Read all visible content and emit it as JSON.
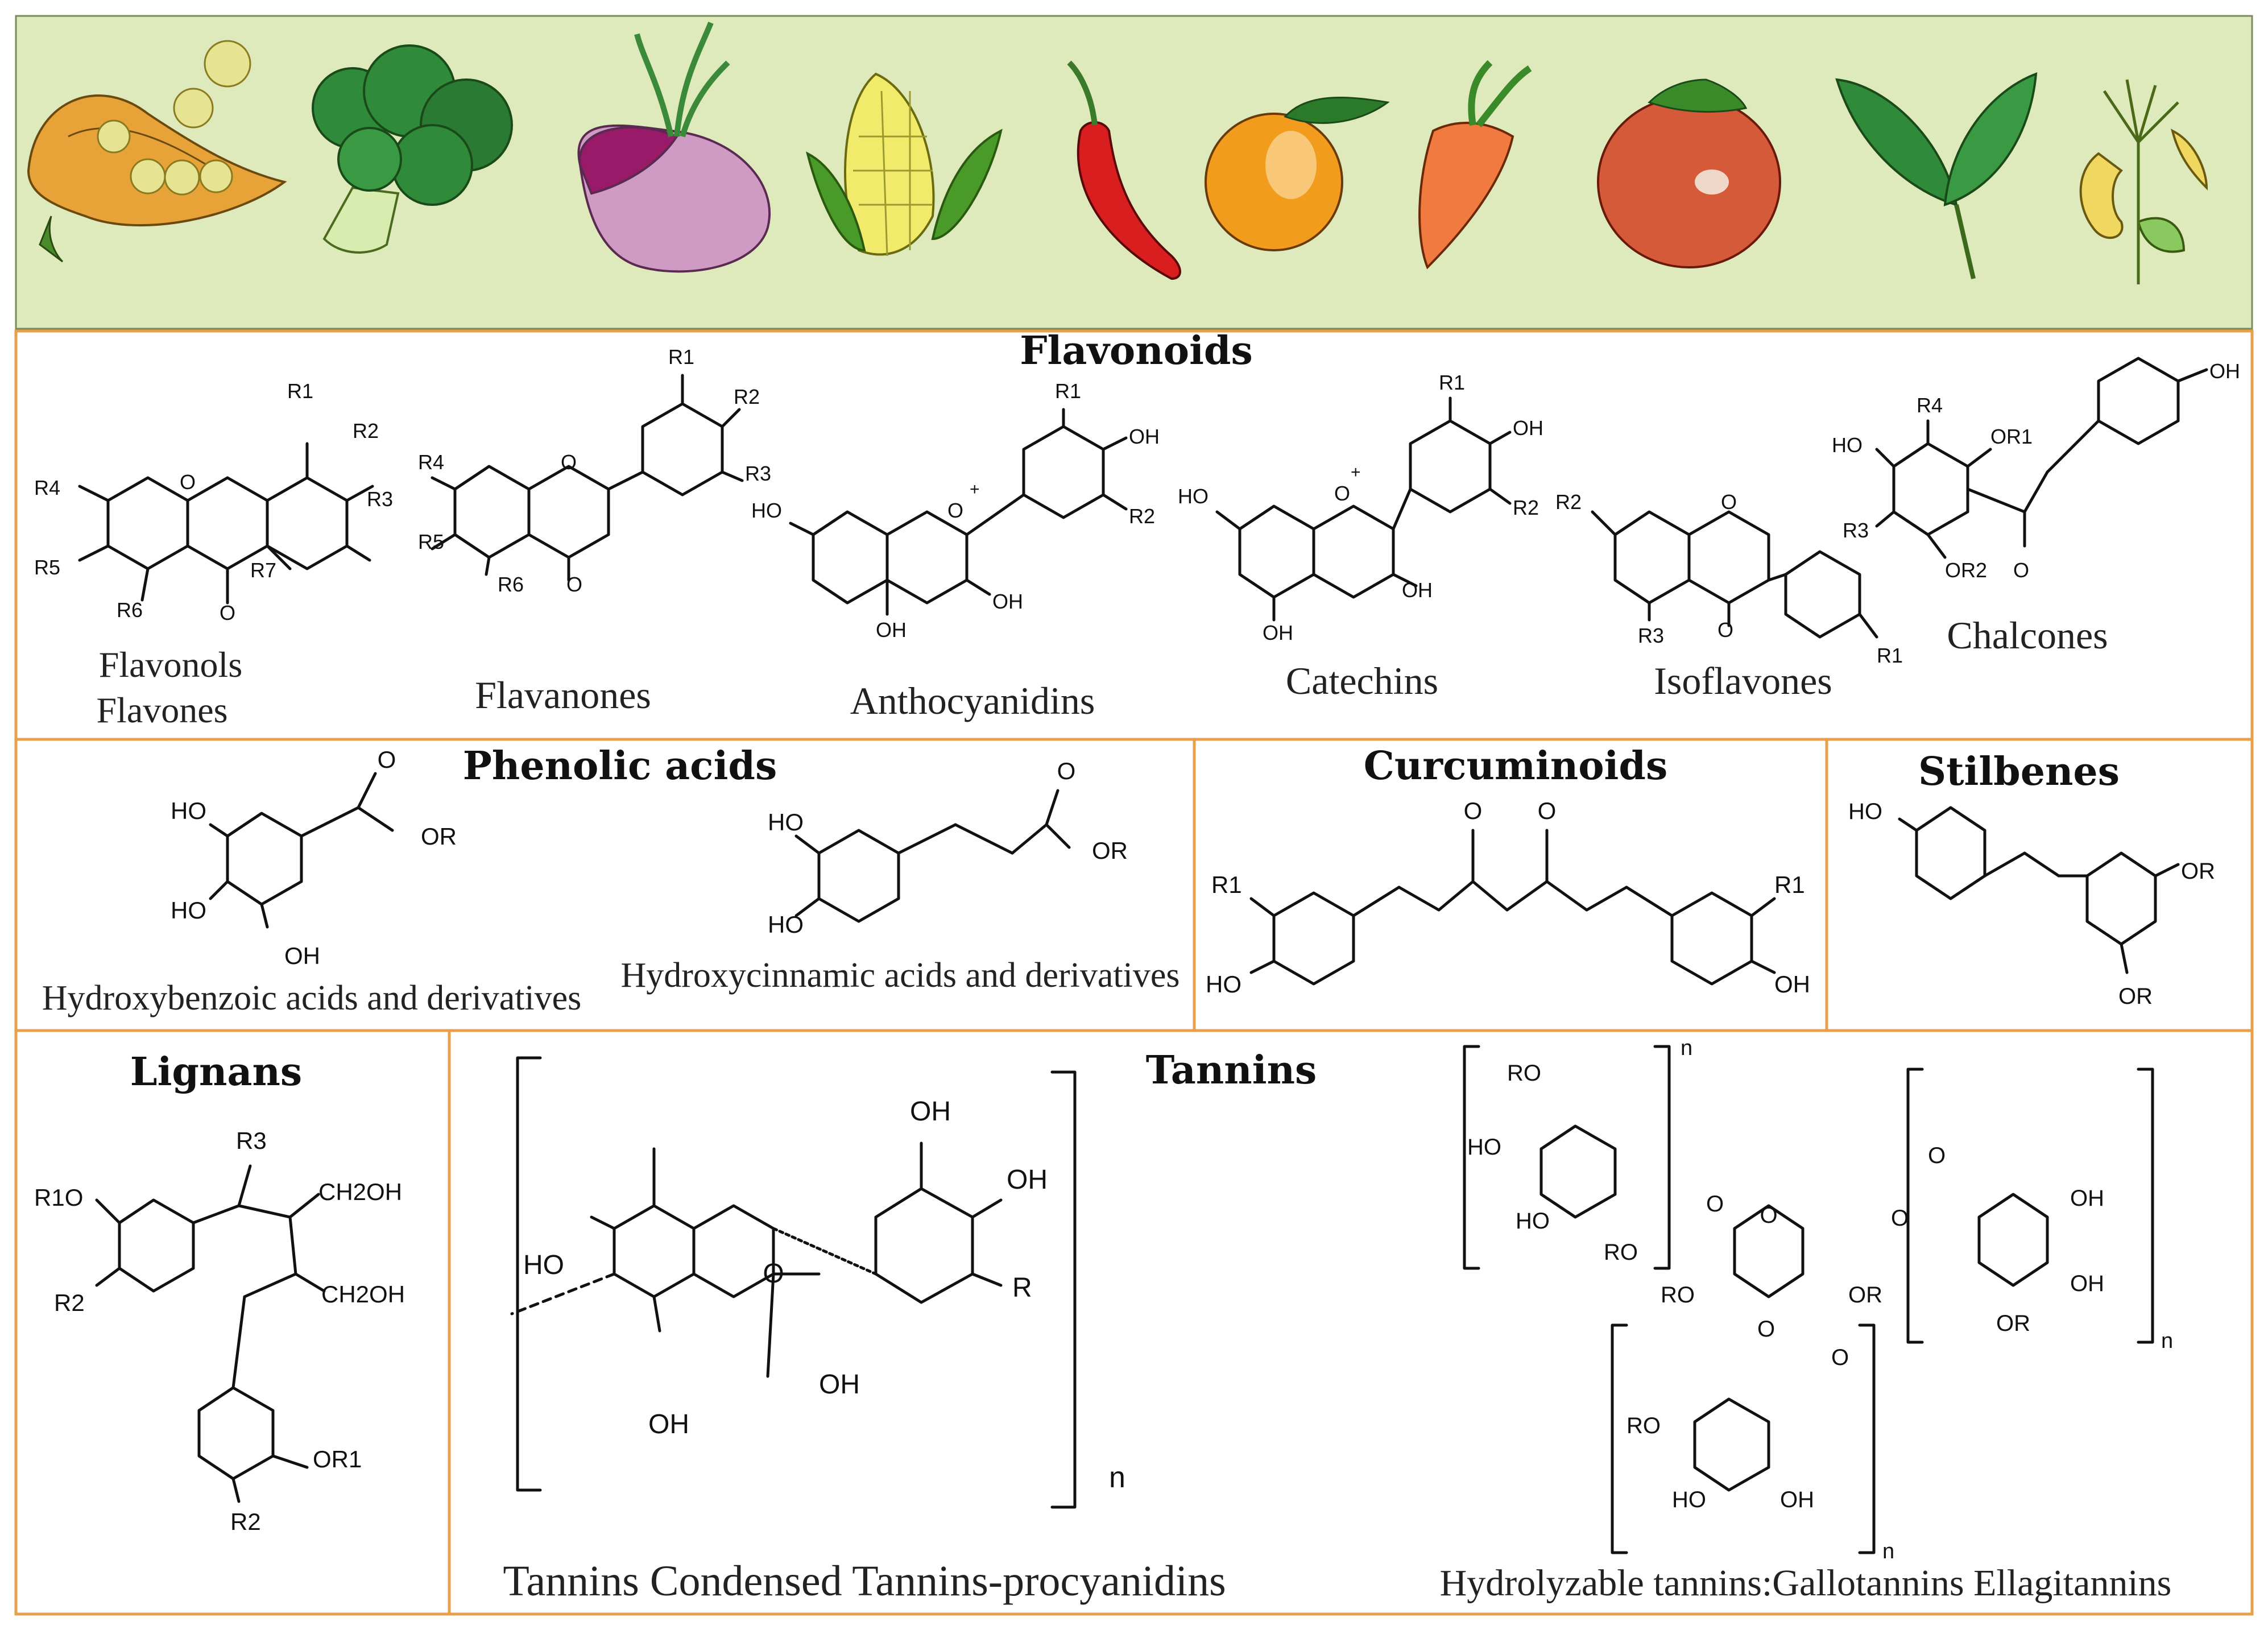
{
  "sections": {
    "flavonoids": {
      "title": "Flavonoids",
      "captions": [
        "Flavonols",
        "Flavones",
        "Flavanones",
        "Anthocyanidins",
        "Catechins",
        "Isoflavones",
        "Chalcones"
      ]
    },
    "phenolic_acids": {
      "title": "Phenolic acids",
      "captions": [
        "Hydroxybenzoic acids and derivatives",
        "Hydroxycinnamic acids and derivatives"
      ]
    },
    "curcuminoids": {
      "title": "Curcuminoids"
    },
    "stilbenes": {
      "title": "Stilbenes"
    },
    "lignans": {
      "title": "Lignans"
    },
    "tannins": {
      "title": "Tannins",
      "captions": [
        "Tannins Condensed Tannins-procyanidins",
        "Hydrolyzable tannins:Gallotannins Ellagitannins"
      ]
    }
  },
  "banner": {
    "items": [
      "pea-pod",
      "broccoli",
      "onion",
      "corn",
      "chili-pepper",
      "orange",
      "carrot",
      "tomato",
      "tea-leaves",
      "flower"
    ],
    "background": "#dfeabc"
  },
  "colors": {
    "border": "#e6a04a",
    "banner_bg": "#dfeabc"
  }
}
